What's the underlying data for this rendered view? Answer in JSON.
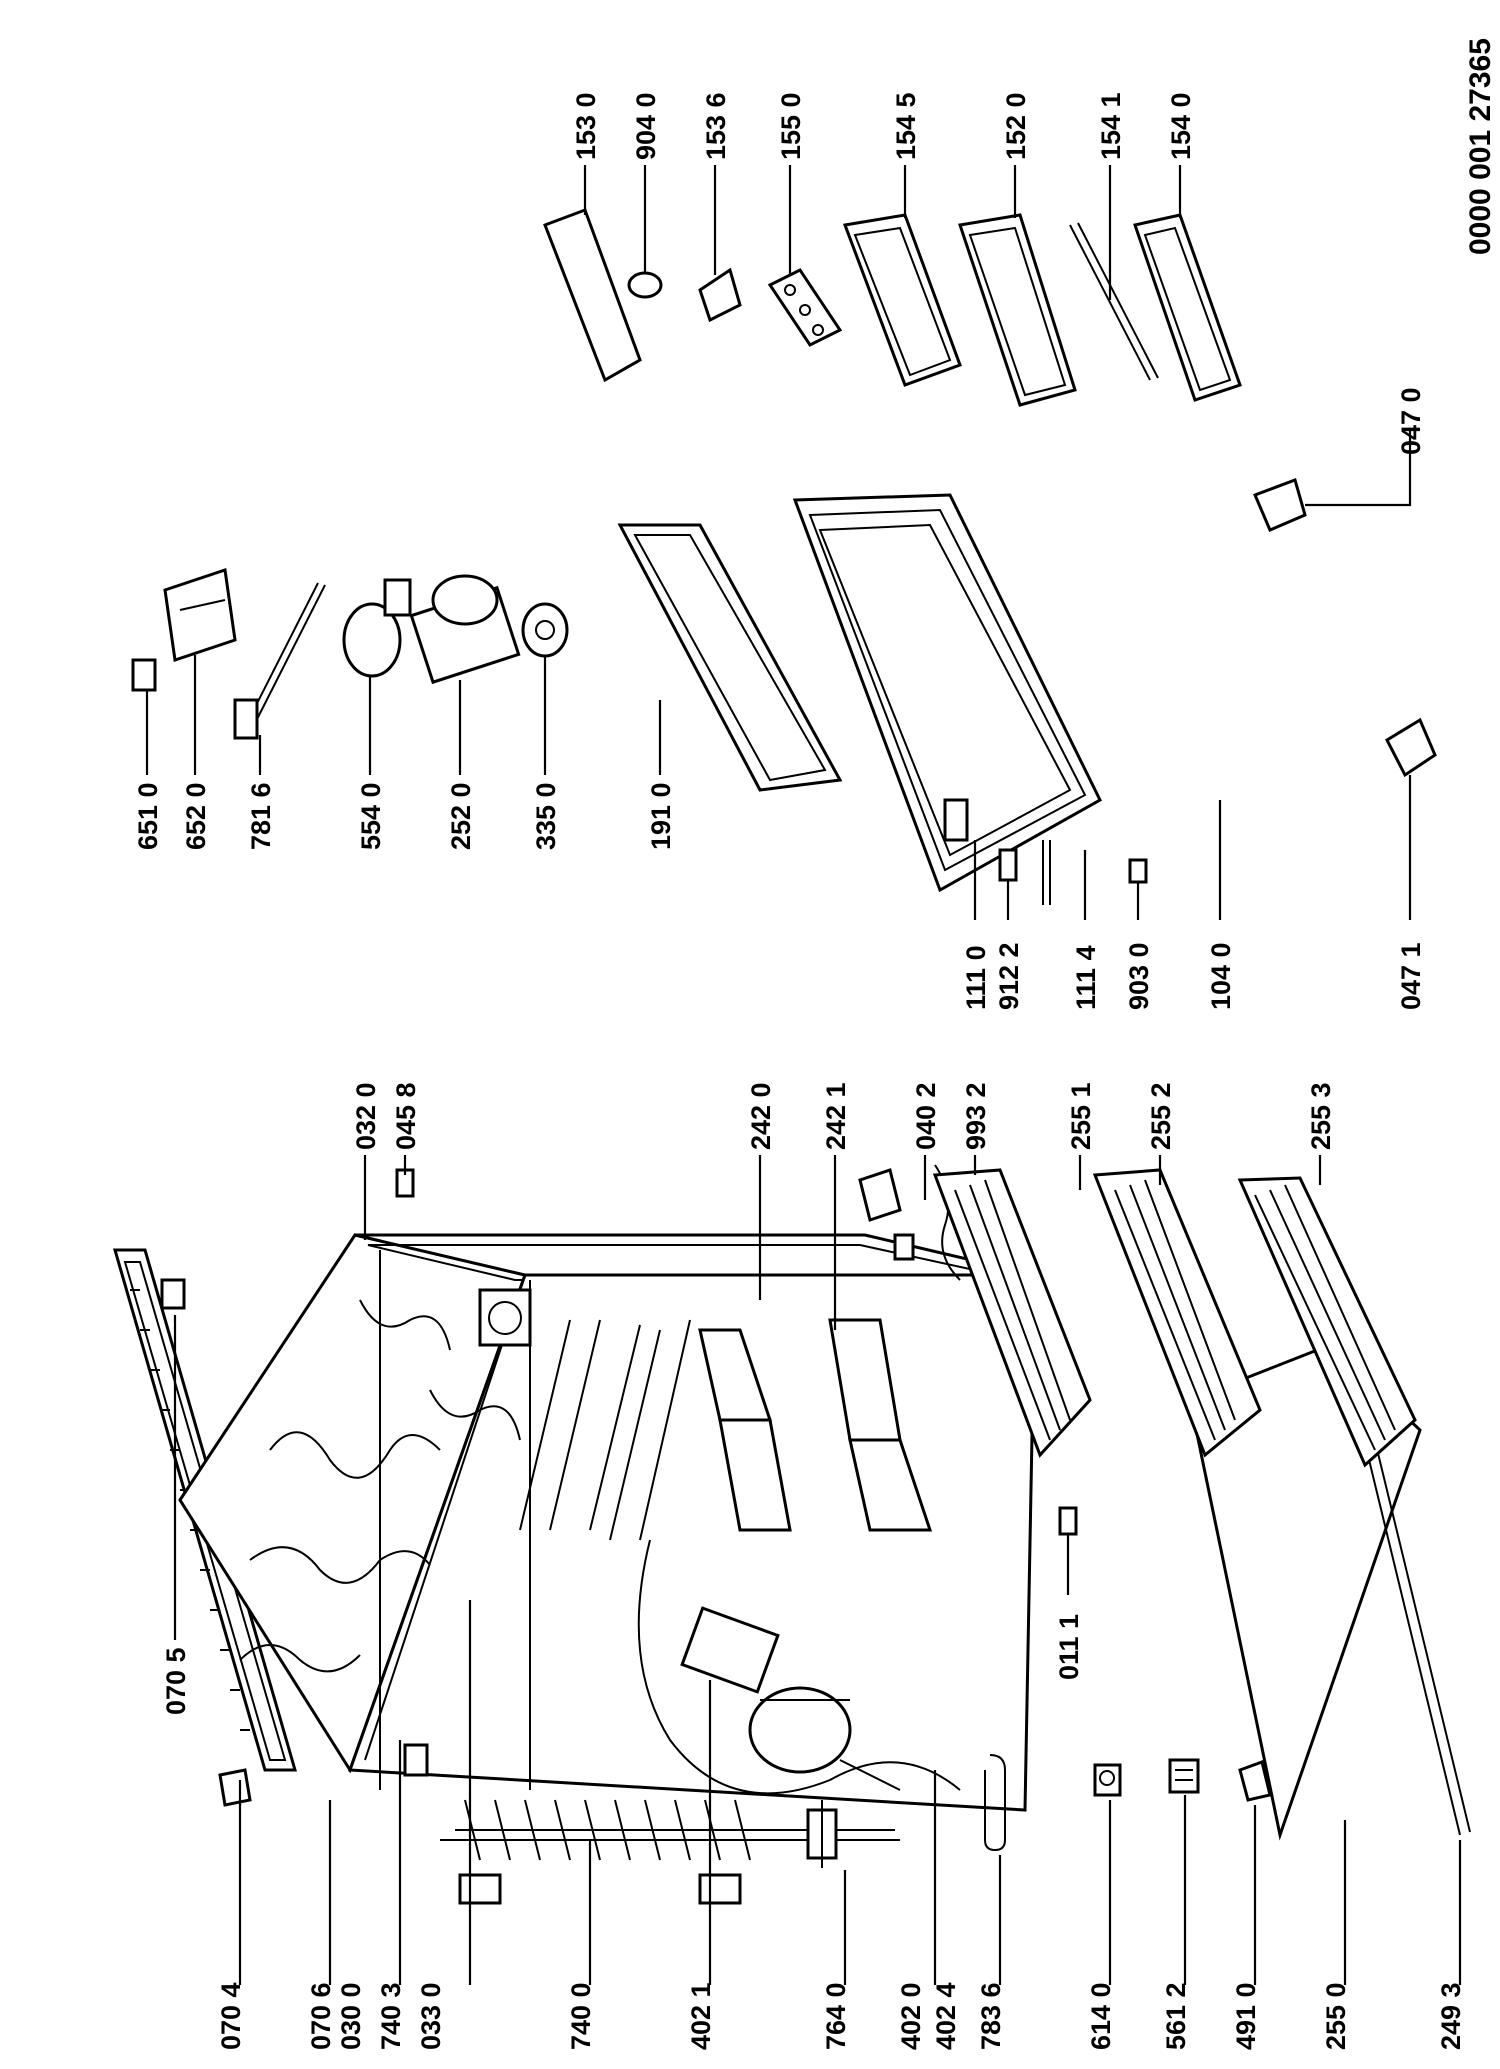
{
  "diagram": {
    "doc_number": "0000 001 27365",
    "labels": {
      "l_0704": "070 4",
      "l_0706": "070 6",
      "l_0300": "030 0",
      "l_7403": "740 3",
      "l_0330": "033 0",
      "l_7400": "740 0",
      "l_4021": "402 1",
      "l_7640": "764 0",
      "l_4020": "402 0",
      "l_4024": "402 4",
      "l_7836": "783 6",
      "l_6140": "614 0",
      "l_5612": "561 2",
      "l_4910": "491 0",
      "l_2550": "255 0",
      "l_2493": "249 3",
      "l_0705": "070 5",
      "l_0111": "011 1",
      "l_0320": "032 0",
      "l_0458": "045 8",
      "l_2420": "242 0",
      "l_2421": "242 1",
      "l_0402": "040 2",
      "l_9932": "993 2",
      "l_2551": "255 1",
      "l_2552": "255 2",
      "l_2553": "255 3",
      "l_6510": "651 0",
      "l_6520": "652 0",
      "l_7816": "781 6",
      "l_5540": "554 0",
      "l_2520": "252 0",
      "l_3350": "335 0",
      "l_1910": "191 0",
      "l_1110": "111 0",
      "l_9122": "912 2",
      "l_1114": "111 4",
      "l_9030": "903 0",
      "l_1040": "104 0",
      "l_0471": "047 1",
      "l_0470": "047 0",
      "l_1530": "153 0",
      "l_9040": "904 0",
      "l_1536": "153 6",
      "l_1550": "155 0",
      "l_1545": "154 5",
      "l_1520": "152 0",
      "l_1541": "154 1",
      "l_1540": "154 0"
    }
  }
}
